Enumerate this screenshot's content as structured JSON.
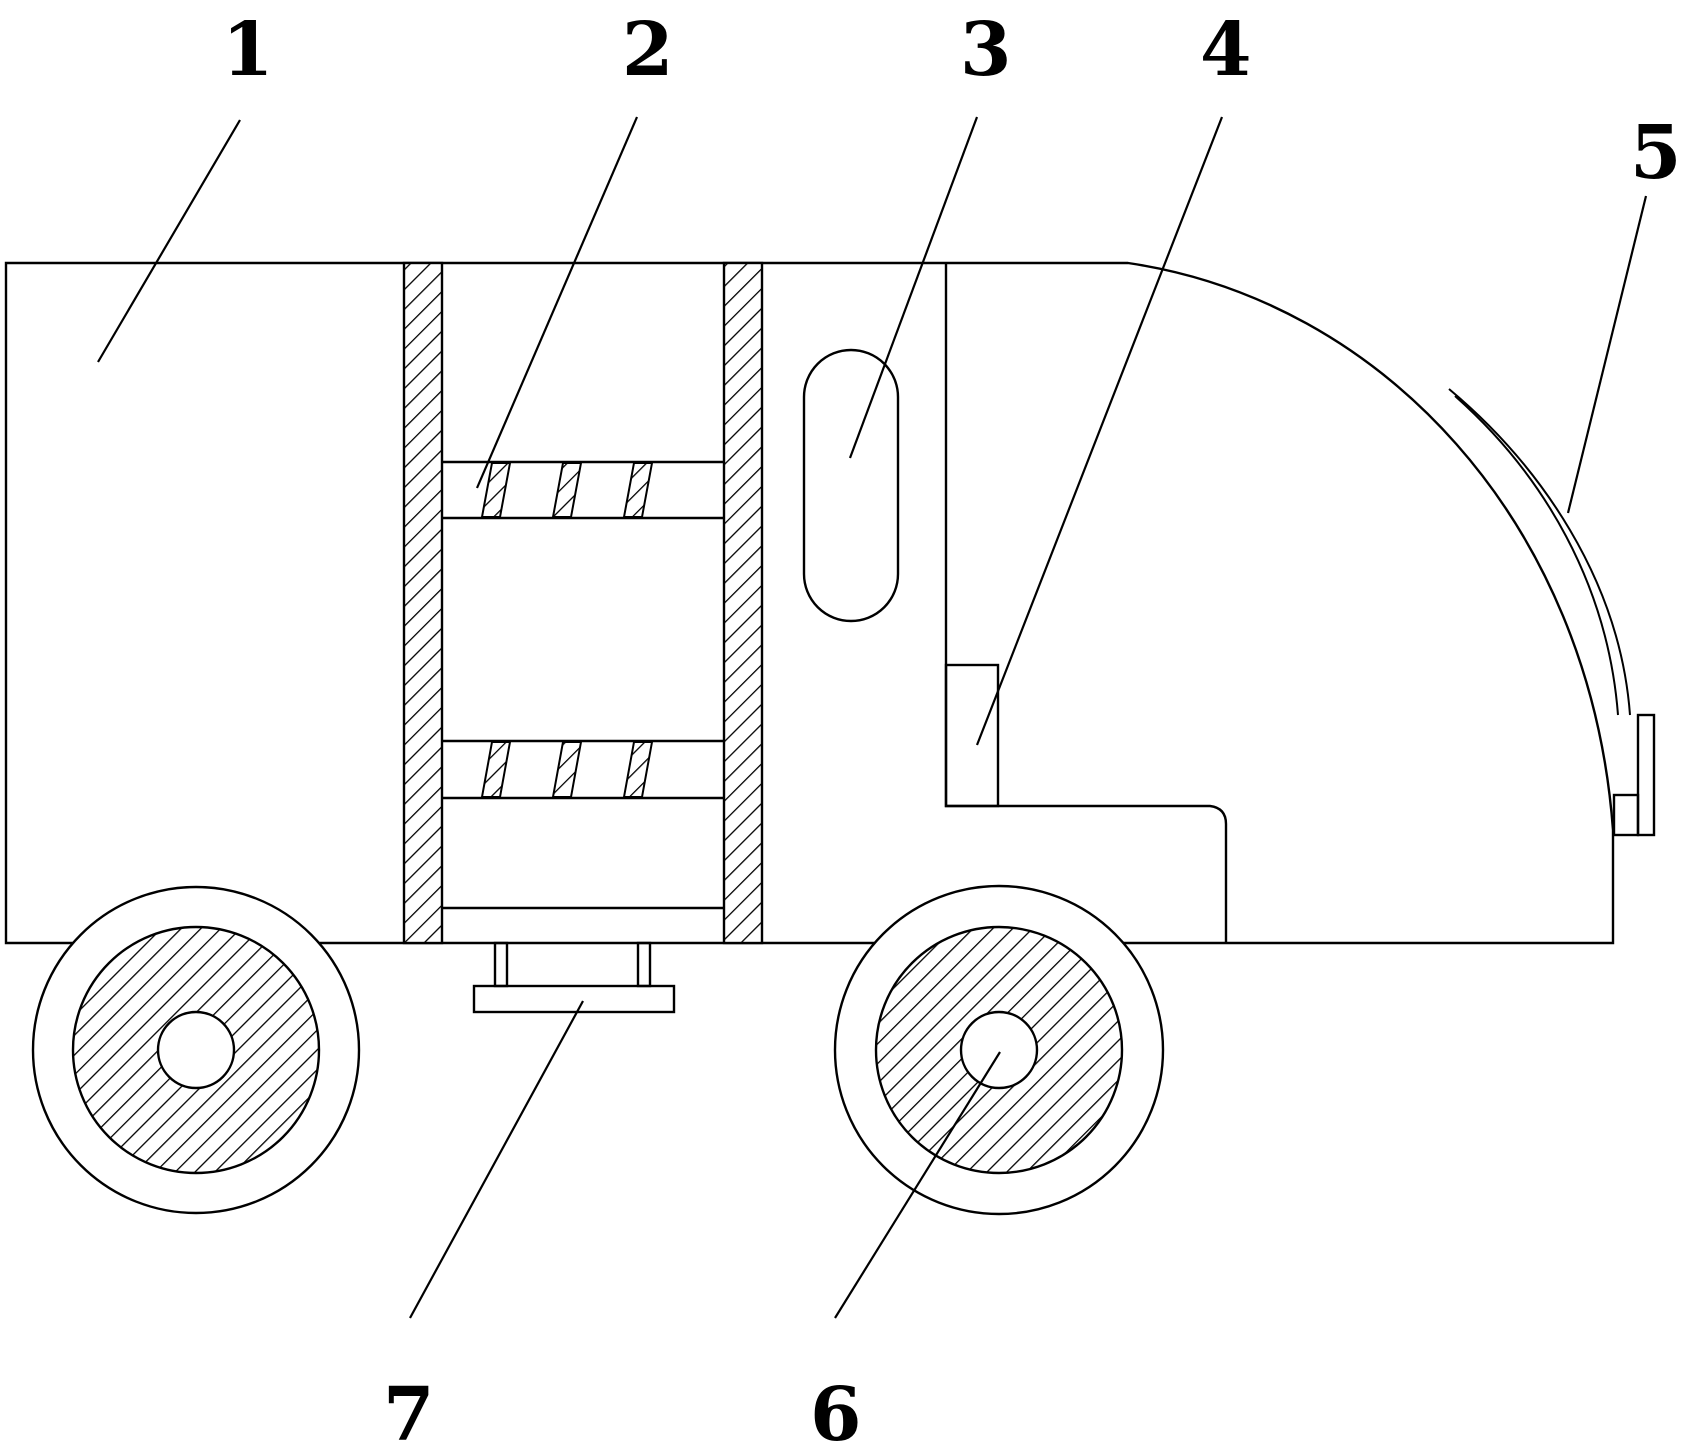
{
  "figure": {
    "callouts": [
      {
        "id": "c1",
        "text": "1"
      },
      {
        "id": "c2",
        "text": "2"
      },
      {
        "id": "c3",
        "text": "3"
      },
      {
        "id": "c4",
        "text": "4"
      },
      {
        "id": "c5",
        "text": "5"
      },
      {
        "id": "c6",
        "text": "6"
      },
      {
        "id": "c7",
        "text": "7"
      }
    ]
  }
}
